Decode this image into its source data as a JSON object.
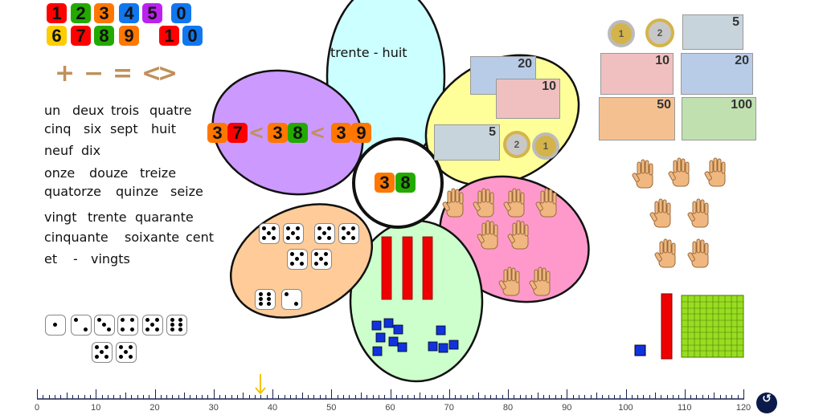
{
  "digit_tiles": [
    {
      "label": "1",
      "color": "#ff0000"
    },
    {
      "label": "2",
      "color": "#22aa00"
    },
    {
      "label": "3",
      "color": "#ff7700"
    },
    {
      "label": "4",
      "color": "#1177ee"
    },
    {
      "label": "5",
      "color": "#bb22ee"
    },
    {
      "label": "0",
      "color": "#1177ee"
    },
    {
      "label": "6",
      "color": "#ffcc00"
    },
    {
      "label": "7",
      "color": "#ff0000"
    },
    {
      "label": "8",
      "color": "#22aa00"
    },
    {
      "label": "9",
      "color": "#ff7700"
    },
    {
      "label": "1",
      "color": "#ff0000"
    },
    {
      "label": "0",
      "color": "#1177ee"
    }
  ],
  "operators": [
    "+",
    "−",
    "=",
    "<",
    ">"
  ],
  "words": [
    "un",
    "deux",
    "trois",
    "quatre",
    "cinq",
    "six",
    "sept",
    "huit",
    "neuf",
    "dix",
    "onze",
    "douze",
    "treize",
    "quatorze",
    "quinze",
    "seize",
    "vingt",
    "trente",
    "quarante",
    "cinquante",
    "soixante",
    "cent",
    "et",
    "-",
    "vingts"
  ],
  "flower": {
    "word_form": "trente - huit",
    "center_tiles": [
      {
        "label": "3",
        "color": "#ff7700"
      },
      {
        "label": "8",
        "color": "#22aa00"
      }
    ],
    "comparison": [
      {
        "label": "3",
        "color": "#ff7700"
      },
      {
        "label": "7",
        "color": "#ff0000"
      },
      {
        "label": "<",
        "color": "op"
      },
      {
        "label": "3",
        "color": "#ff7700"
      },
      {
        "label": "8",
        "color": "#22aa00"
      },
      {
        "label": "<",
        "color": "op"
      },
      {
        "label": "3",
        "color": "#ff7700"
      },
      {
        "label": "9",
        "color": "#ff7700"
      }
    ],
    "petal_dice": [
      5,
      5,
      5,
      5,
      5,
      5,
      6,
      2
    ],
    "colors": {
      "top": "#ccffff",
      "yellow": "#ffff99",
      "pink": "#ff99cc",
      "green": "#ccffcc",
      "peach": "#ffcc99",
      "purple": "#cc99ff"
    }
  },
  "money": {
    "petal": [
      {
        "label": "20"
      },
      {
        "label": "10"
      },
      {
        "label": "5"
      },
      {
        "label": "2"
      },
      {
        "label": "1"
      }
    ],
    "side": [
      {
        "label": "1"
      },
      {
        "label": "2"
      },
      {
        "label": "5"
      },
      {
        "label": "10"
      },
      {
        "label": "20"
      },
      {
        "label": "50"
      },
      {
        "label": "100"
      }
    ]
  },
  "side_dice": [
    1,
    2,
    3,
    4,
    5,
    6,
    5,
    5
  ],
  "number_line": {
    "min": 0,
    "max": 120,
    "labels": [
      "0",
      "10",
      "20",
      "30",
      "40",
      "50",
      "60",
      "70",
      "80",
      "90",
      "100",
      "110",
      "120"
    ],
    "marker_value": 38,
    "marker_color": "#f5c400"
  }
}
